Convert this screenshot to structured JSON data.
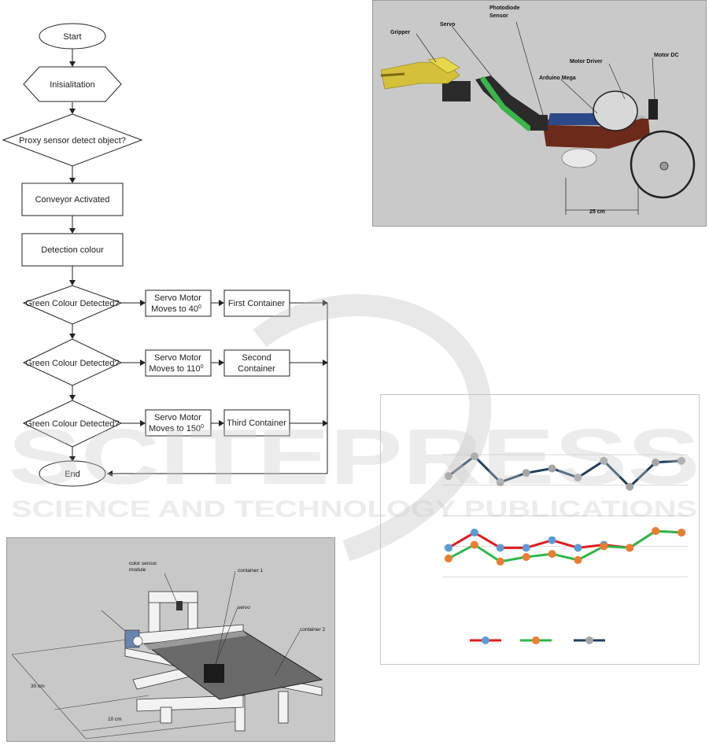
{
  "flowchart": {
    "start": "Start",
    "init": "Inisialitation",
    "proxy": "Proxy sensor detect object?",
    "conveyor": "Conveyor Activated",
    "detect": "Detection colour",
    "decision1": "Green Colour Detected?",
    "decision2": "Green Colour Detected?",
    "decision3": "Green Colour Detected?",
    "servo1_line1": "Servo Motor",
    "servo1_line2": "Moves to 40",
    "servo2_line1": "Servo Motor",
    "servo2_line2": "Moves to 110",
    "servo3_line1": "Servo Motor",
    "servo3_line2": "Moves to 150",
    "degree_mark": "0",
    "container1": "First Container",
    "container2_line1": "Second",
    "container2_line2": "Container",
    "container3": "Third Container",
    "end": "End"
  },
  "robot_labels": {
    "gripper": "Gripper",
    "servo": "Servo",
    "photodiode_line1": "Photodiode",
    "photodiode_line2": "Sensor",
    "motor_driver": "Motor Driver",
    "motor_dc": "Motor DC",
    "arduino": "Arduino Mega",
    "dimension": "25 cm"
  },
  "conveyor_labels": {
    "color_sensor_line1": "color sensor",
    "color_sensor_line2": "module",
    "container1": "container 1",
    "servo": "servo",
    "container2": "container 2",
    "dim_30": "30 cm",
    "dim_10": "10 cm"
  },
  "watermark": {
    "line1": "SCITEPRESS",
    "line2": "SCIENCE AND TECHNOLOGY PUBLICATIONS"
  },
  "colors": {
    "red": "#e41a1c",
    "green": "#2db84a",
    "blue_marker": "#5b9bd5",
    "orange_marker": "#ed7d31",
    "dark_line": "#1f3f5f",
    "gray_marker": "#a5a5a5"
  },
  "chart_data": {
    "type": "line",
    "x": [
      1,
      2,
      3,
      4,
      5,
      6,
      7,
      8,
      9,
      10
    ],
    "ylim": [
      0,
      5
    ],
    "grid": true,
    "series": [
      {
        "line_color": "#e41a1c",
        "marker_color": "#5b9bd5",
        "values": [
          1.95,
          2.45,
          1.95,
          1.95,
          2.2,
          1.95,
          2.05,
          1.95,
          2.5,
          2.45
        ]
      },
      {
        "line_color": "#2db84a",
        "marker_color": "#ed7d31",
        "values": [
          1.6,
          2.05,
          1.5,
          1.65,
          1.75,
          1.55,
          2.0,
          1.95,
          2.5,
          2.45
        ]
      },
      {
        "line_color": "#1f3f5f",
        "marker_color": "#a5a5a5",
        "values": [
          4.3,
          4.95,
          4.1,
          4.4,
          4.55,
          4.25,
          4.8,
          3.95,
          4.75,
          4.8
        ]
      }
    ]
  }
}
